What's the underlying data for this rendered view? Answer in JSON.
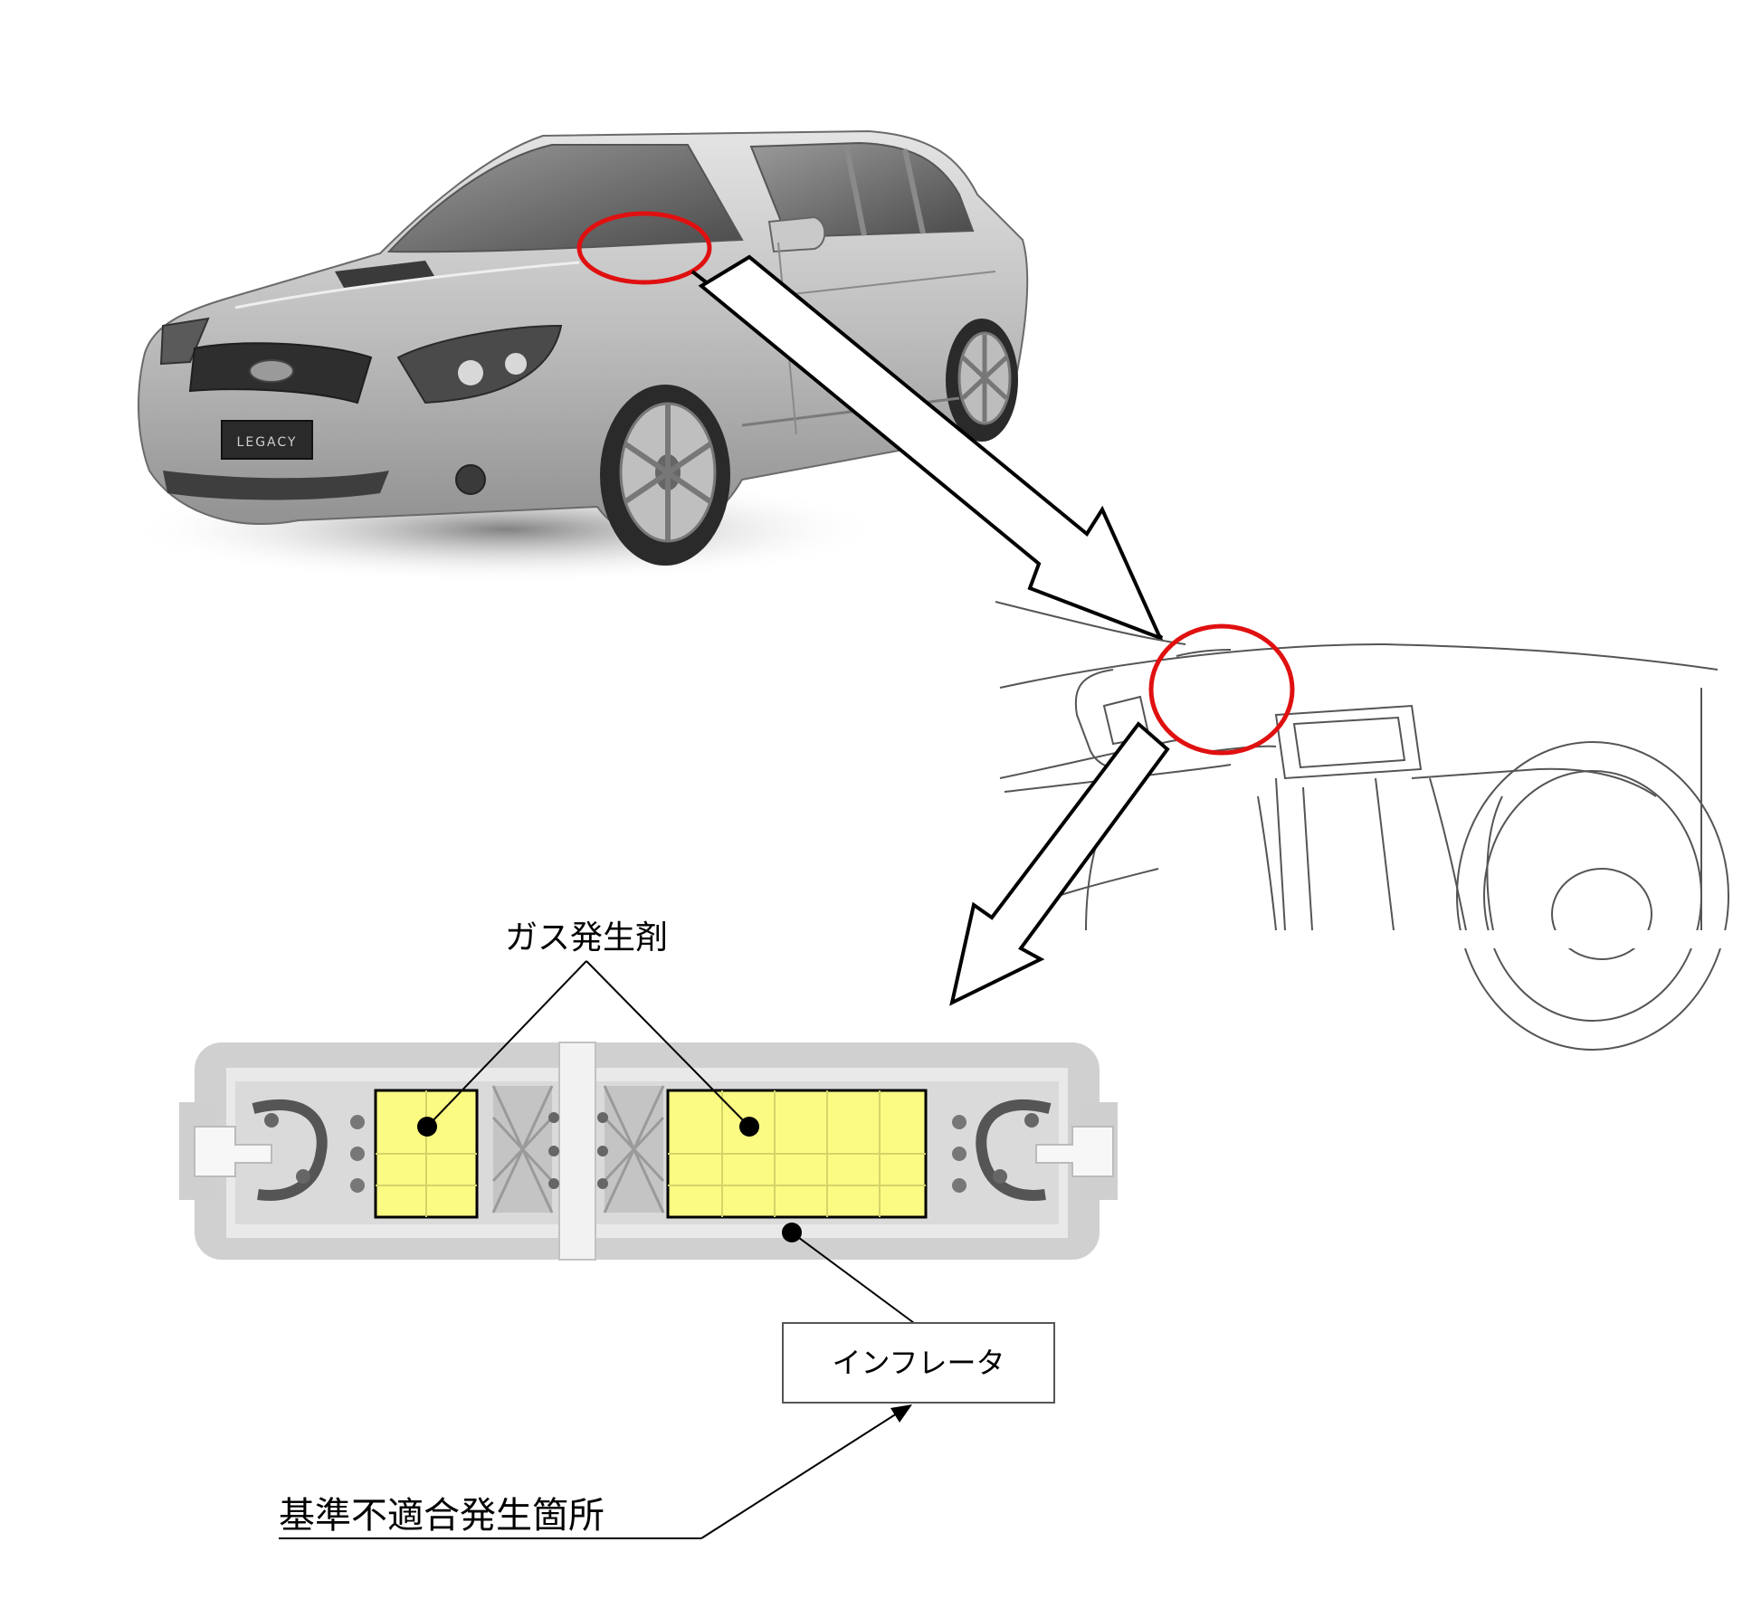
{
  "labels": {
    "gas_generant": "ガス発生剤",
    "inflator": "インフレータ",
    "nonconformity_location": "基準不適合発生箇所"
  },
  "car": {
    "grille_badge": "LEGACY"
  },
  "colors": {
    "highlight_circle": "#e01010",
    "propellant_fill": "#fbfb84",
    "inflator_body": "#d0d0d0",
    "inflator_inner": "#e9e9e9",
    "car_body": "#b9b9b9",
    "line": "#000000"
  }
}
